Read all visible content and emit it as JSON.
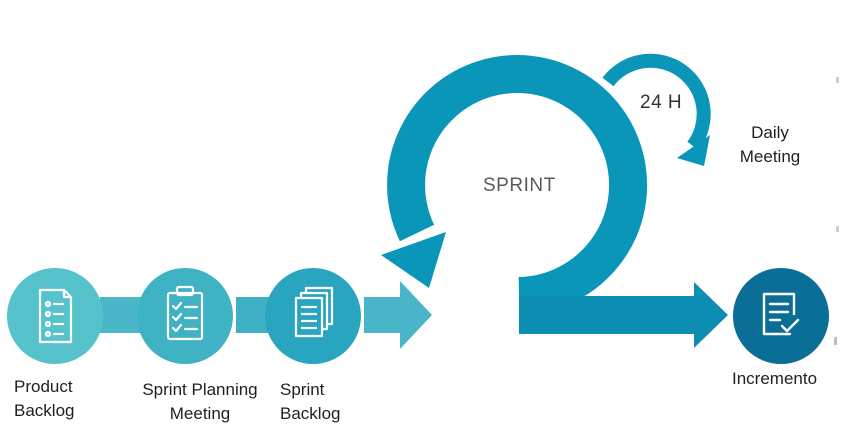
{
  "steps": [
    {
      "id": "product-backlog",
      "lines": [
        "Product",
        "Backlog"
      ],
      "icon": "document-list-icon"
    },
    {
      "id": "sprint-planning",
      "lines": [
        "Sprint Planning",
        "Meeting"
      ],
      "icon": "clipboard-checklist-icon"
    },
    {
      "id": "sprint-backlog",
      "lines": [
        "Sprint",
        "Backlog"
      ],
      "icon": "stacked-documents-icon"
    }
  ],
  "sprint": {
    "label": "SPRINT"
  },
  "daily": {
    "cycle_label": "24 H",
    "lines": [
      "Daily",
      "Meeting"
    ]
  },
  "result": {
    "label": "Incremento",
    "icon": "document-check-icon"
  },
  "colors": {
    "step1": "#56c2cc",
    "step2": "#3fb2c4",
    "step3": "#2aa5bf",
    "connector": "#4bb8c9",
    "arrow_in": "#48b6c8",
    "loop": "#0a96b9",
    "out_arrow": "#0c8db2",
    "result": "#0b6e97",
    "text": "#1f1f1f"
  }
}
